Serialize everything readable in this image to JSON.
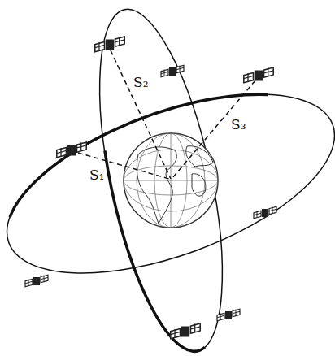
{
  "diagram": {
    "labels": [
      "S₂",
      "S₃",
      "S₁"
    ]
  }
}
